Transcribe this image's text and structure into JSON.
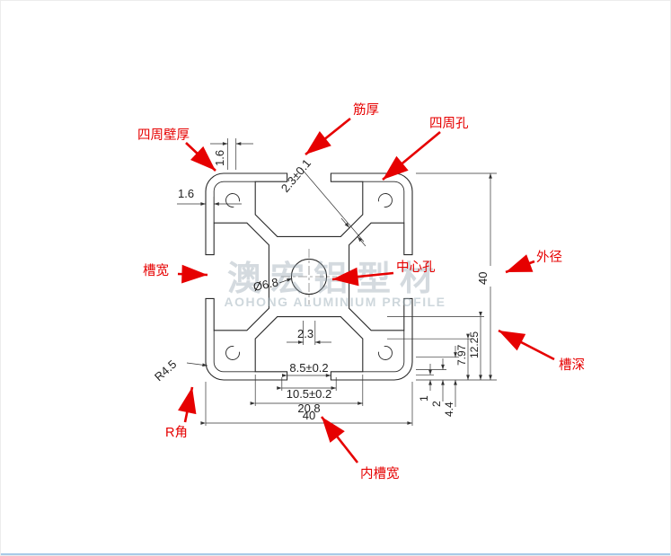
{
  "drawing": {
    "title_context": "4040 aluminium profile cross-section drawing",
    "annotations": {
      "wall_thickness": "四周壁厚",
      "rib_thickness": "筋厚",
      "perimeter_holes": "四周孔",
      "slot_width": "槽宽",
      "center_hole": "中心孔",
      "outer_diameter": "外径",
      "slot_depth": "槽深",
      "r_corner": "R角",
      "inner_slot_width": "内槽宽"
    },
    "dims": {
      "lip_16": "1.6",
      "wall_16": "1.6",
      "rib_23": "2.3±0.1",
      "hole_dia": "Ø6.8",
      "height_40": "40",
      "web_23": "2.3",
      "open_85": "8.5±0.2",
      "under_105": "10.5±0.2",
      "inner_208": "20.8",
      "width_40": "40",
      "r45": "R4.5",
      "s1": "1",
      "s2": "2",
      "s3": "4.4",
      "s4": "7.97",
      "s5": "12.25"
    },
    "watermark": {
      "cn": "澳宏铝型材",
      "en": "AOHONG ALUMINIUM PROFILE"
    },
    "colors": {
      "annotation_red": "#e60000",
      "line": "#2a2a2a",
      "watermark": "#8fa0ac"
    }
  }
}
